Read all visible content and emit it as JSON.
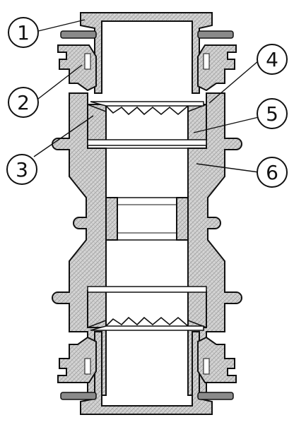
{
  "callouts": [
    {
      "label": "1",
      "target": "outer-sleeve"
    },
    {
      "label": "2",
      "target": "retaining-collar"
    },
    {
      "label": "3",
      "target": "clamp-ring"
    },
    {
      "label": "4",
      "target": "grip-ring-teeth"
    },
    {
      "label": "5",
      "target": "seal-insert"
    },
    {
      "label": "6",
      "target": "coupling-body"
    }
  ],
  "colors": {
    "outline": "#111111",
    "hatch_fill": "#cfcfcf",
    "hatch_line": "#a9a9a9",
    "cap_fill": "#8a8a8a",
    "bore": "#ffffff"
  },
  "icons": {
    "hatch": "crosshatch-pattern",
    "tooth": "ratchet-tooth-icon"
  }
}
